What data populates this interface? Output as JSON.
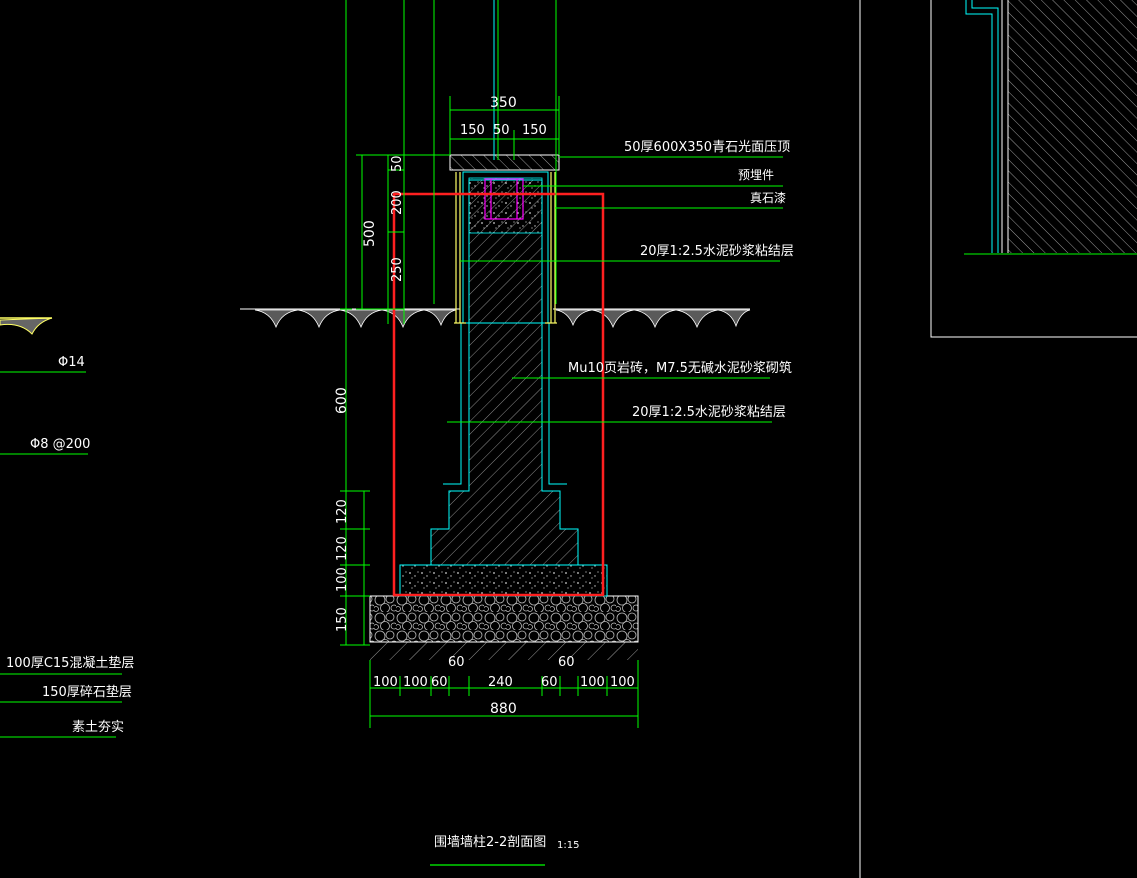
{
  "drawing": {
    "title": "围墙墙柱2-2剖面图",
    "scale": "1:15"
  },
  "dimensions": {
    "top_total": "350",
    "top_parts": [
      "150",
      "50",
      "150"
    ],
    "left_height_total": "500",
    "left_parts_upper": [
      "50",
      "200",
      "250"
    ],
    "left_below_ground": "600",
    "left_steps": [
      "120",
      "120",
      "100",
      "150"
    ],
    "step_offsets": [
      "60",
      "60"
    ],
    "bottom_parts": [
      "100",
      "100",
      "60",
      "240",
      "60",
      "100",
      "100"
    ],
    "bottom_total": "880"
  },
  "annotations": {
    "cap": "50厚600X350青石光面压顶",
    "embedded": "预埋件",
    "stone_paint": "真石漆",
    "mortar_top": "20厚1:2.5水泥砂浆粘结层",
    "masonry": "Mu10页岩砖，M7.5无碱水泥砂浆砌筑",
    "mortar_bottom": "20厚1:2.5水泥砂浆粘结层",
    "rebar_main": "Φ14",
    "rebar_stirrup": "Φ8 @200",
    "concrete_pad": "100厚C15混凝土垫层",
    "gravel_pad": "150厚碎石垫层",
    "soil": "素土夯实"
  },
  "colors": {
    "background": "#000000",
    "dimension": "#00ff00",
    "outline": "#00ffff",
    "cap_line": "#ffff66",
    "highlight": "#ff2020",
    "embed": "#ff00ff",
    "text": "#ffffff",
    "hatch": "#8a8a8a"
  }
}
